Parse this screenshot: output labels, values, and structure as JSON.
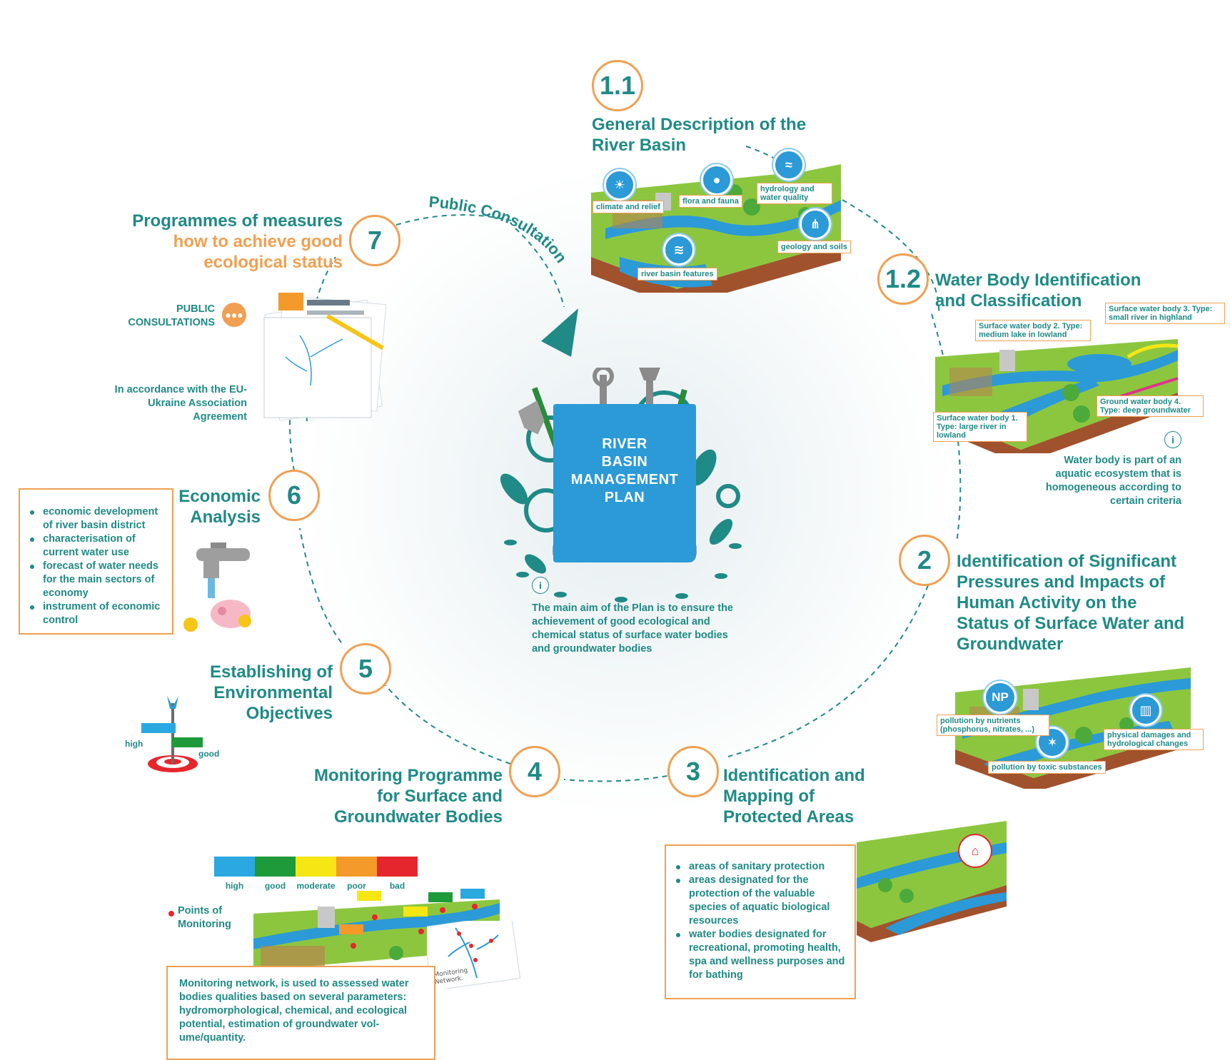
{
  "center": {
    "book_title": [
      "RIVER",
      "BASIN",
      "MANAGEMENT",
      "PLAN"
    ],
    "main_aim": "The main aim of the Plan is to ensure the achievement of good ecological and chemical status of surface water bodies and groundwater bodies"
  },
  "arc_label": "Public Consultation",
  "steps": {
    "s1_1": {
      "number": "1.1",
      "title": "General Description of the River Basin",
      "tags": {
        "climate": "climate and relief",
        "flora": "flora and fauna",
        "hydrology": "hydrology and water quality",
        "geology": "geology and soils",
        "features": "river basin features"
      }
    },
    "s1_2": {
      "number": "1.2",
      "title": "Water Body Identification and Classification",
      "tags": {
        "wb2": "Surface water body 2. Type: medium lake in lowland",
        "wb3": "Surface water body 3. Type: small river in highland",
        "wb1": "Surface water body 1. Type: large river in lowland",
        "wb4": "Ground water body 4. Type: deep groundwater"
      },
      "note": "Water body is part of an aquatic ecosystem that is homogeneous according to certain criteria"
    },
    "s2": {
      "number": "2",
      "title": "Identification of Significant Pressures and Impacts of Human  Activity on the Status of Surface Water and Groundwater",
      "tags": {
        "nutrients": "pollution by nutrients (phosphorus, nitrates, ...)",
        "physical": "physical damages and hydrological changes",
        "toxic": "pollution by toxic substances"
      },
      "np_icon": "NP"
    },
    "s3": {
      "number": "3",
      "title": "Identification and Mapping of Protected Areas",
      "items": [
        "areas of sanitary protection",
        "areas designated for the protection of the valuable species of aquatic biological resources",
        "water bodies designated for recreational, promoting health, spa and wellness purposes and for bathing"
      ]
    },
    "s4": {
      "number": "4",
      "title": "Monitoring Programme for Surface and Groundwater Bodies",
      "scale": [
        {
          "label": "high",
          "color": "#2aa8e0"
        },
        {
          "label": "good",
          "color": "#1e9a3a"
        },
        {
          "label": "moderate",
          "color": "#f5e614"
        },
        {
          "label": "poor",
          "color": "#f39a2a"
        },
        {
          "label": "bad",
          "color": "#e6262d"
        }
      ],
      "points_label": "Points of Monitoring",
      "map_label": "Monitoring Network.",
      "note": "Monitoring network, is used to assessed water bodies qualities based on several parameters: hydromorphological, chemical, and ecological potential, estimation of groundwater vol-ume/quantity."
    },
    "s5": {
      "number": "5",
      "title": "Establishing of Environmental Objectives",
      "sign_high": "high",
      "sign_good": "good"
    },
    "s6": {
      "number": "6",
      "title": "Economic Analysis",
      "items": [
        "economic development of river basin district",
        "characterisation of current water use",
        "forecast of water needs for the main sectors of economy",
        "instrument of economic control"
      ]
    },
    "s7": {
      "number": "7",
      "title_line1": "Programmes of measures",
      "title_line2": "how to achieve good ecological status",
      "public": "PUBLIC CONSULTATIONS",
      "agreement": "In accordance with the EU-Ukraine Association Agreement"
    }
  },
  "colors": {
    "teal": "#1f8a86",
    "orange": "#f0a052",
    "blue": "#2b9ad7"
  }
}
